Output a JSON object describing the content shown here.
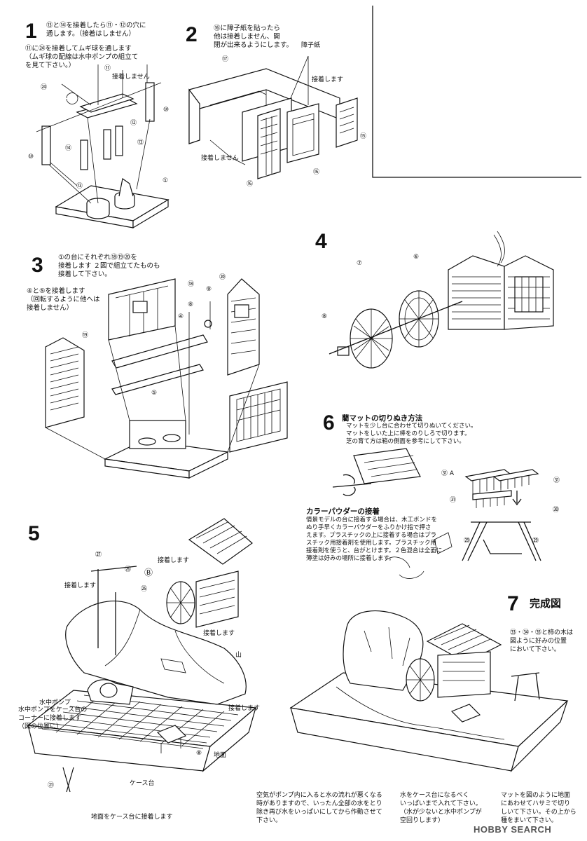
{
  "steps": {
    "s1": {
      "num": "1",
      "text": "⑬と⑭を接着したら⑪・⑫の穴に\n通します。（接着はしません）",
      "note": "⑪に㉔を接着してムギ球を通します\n（ムギ球の配線は水中ポンプの組立て\nを見て下さい。）",
      "label_no_glue": "接着しません"
    },
    "s2": {
      "num": "2",
      "text": "⑯に障子紙を貼ったら\n他は接着しません、開\n閉が出来るようにします。",
      "label_paper": "障子紙",
      "label_glue": "接着します",
      "label_no_glue": "接着しません"
    },
    "s3": {
      "num": "3",
      "text": "①の台にそれぞれ⑱⑲⑳を\n接着します ２図で組立てたものも\n接着して下さい。",
      "note": "④と⑤を接着します\n（回転するように他へは\n接着しません）"
    },
    "s4": {
      "num": "4"
    },
    "s5": {
      "num": "5",
      "label_glue1": "接着します",
      "label_glue2": "接着します",
      "label_glue3": "接着します",
      "label_glue4": "接着します",
      "label_mountain": "山",
      "label_pump": "水中ポンプ",
      "pump_text": "水中ポンプをケース台の\nコーナーに接着します\n（図の位置に）",
      "label_ground": "地面",
      "label_case": "ケース台",
      "bottom": "地面をケース台に接着します",
      "label_b": "Ⓑ"
    },
    "s6": {
      "num": "6",
      "title": "藺マットの切りぬき方法",
      "text": "マットを少し台に合わせて切りぬいてください。\nマットをしいた上に棒をのりしろで切ります。\n芝の育て方は箱の側面を参考にして下さい。",
      "label_a": "㉛ A"
    },
    "powder": {
      "title": "カラーパウダーの接着",
      "text": "情景モデルの台に接着する場合は、木工ボンドを\nぬり手早くカラーパウダーをふりかけ指で押さ\nえます。プラスチックの上に接着する場合はプラ\nスチック用接着剤を使用します。プラスチック用\n接着剤を使うと、台がとけます。２色混合は全面に\n薄塗は好みの場所に接着します。"
    },
    "s7": {
      "num": "7",
      "title": "完成図",
      "note": "㉝・㉞・㉟と柿の木は\n図ように好みの位置\nにおいて下さい。"
    }
  },
  "callouts": {
    "n1": "①",
    "n4": "④",
    "n5": "⑤",
    "n6": "⑥",
    "n7": "⑦",
    "n8": "⑧",
    "n9": "⑨",
    "n10": "⑩",
    "n11": "⑪",
    "n12": "⑫",
    "n13": "⑬",
    "n14": "⑭",
    "n15": "⑮",
    "n16": "⑯",
    "n17": "⑰",
    "n18": "⑱",
    "n19": "⑲",
    "n20": "⑳",
    "n21": "㉑",
    "n24": "㉔",
    "n25": "㉕",
    "n26": "㉖",
    "n27": "㉗",
    "n29": "㉙",
    "n30": "㉚",
    "n31": "㉛"
  },
  "footer": {
    "water": "空気がポンプ内に入ると水の流れが悪くなる\n時がありますので、いったん全部の水をとり\n除き再び水をいっぱいにしてから作動させて\n下さい。",
    "case": "水をケース台になるべく\nいっぱいまで入れて下さい。\n（水が少ないと水中ポンプが\n空回りします）",
    "mat": "マットを図のように地面\nにあわせてハサミで切り\nしいて下さい。その上から\n種をまいて下さい。",
    "watermark": "HOBBY SEARCH"
  }
}
